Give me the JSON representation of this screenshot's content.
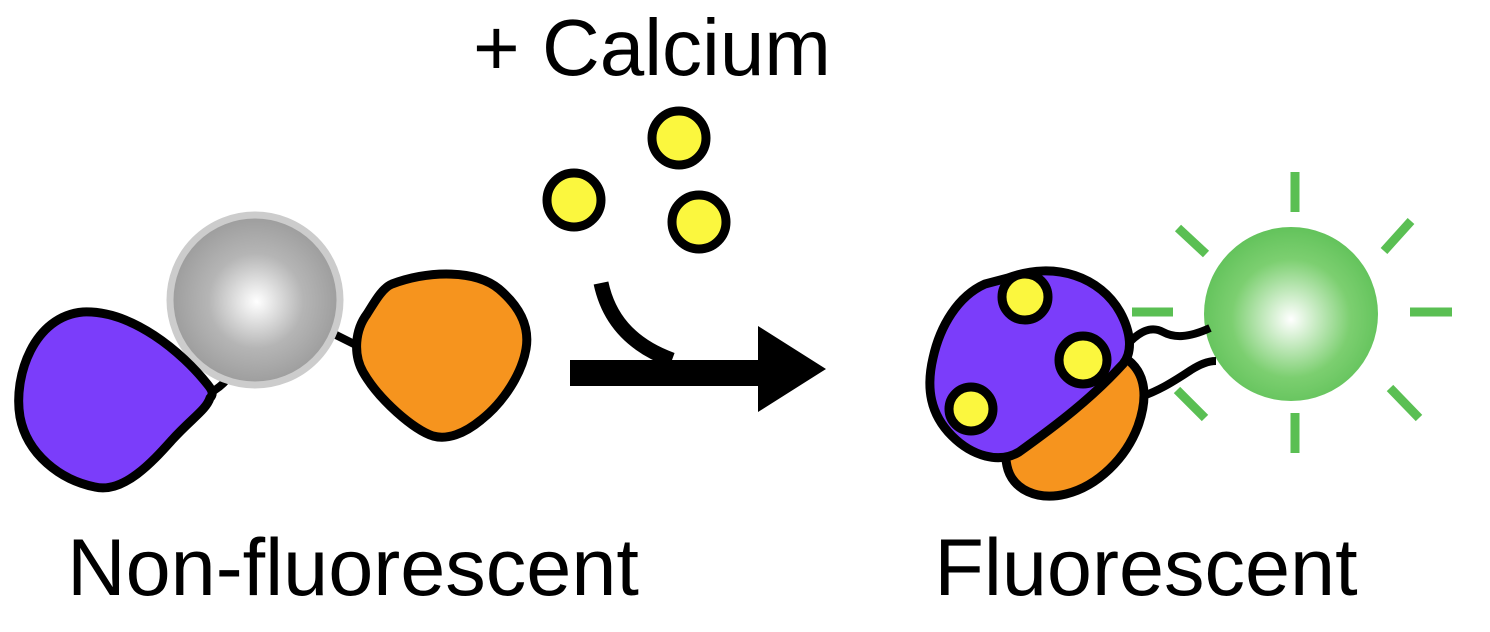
{
  "reaction": {
    "label": "+ Calcium"
  },
  "states": {
    "before_label": "Non-fluorescent",
    "after_label": "Fluorescent"
  },
  "shapes": {
    "calcium_ion": "yellow circle",
    "quencher_sphere": "gray sphere",
    "fluorophore_sphere": "green glowing sphere",
    "binding_protein": "purple blob",
    "peptide": "orange blob",
    "reaction_arrow": "right arrow with curved feed line",
    "free_calcium_count": 3,
    "bound_calcium_count": 3,
    "fluorescence_ray_count": 8
  },
  "colors": {
    "purple": "#7b3dfa",
    "orange": "#f6941e",
    "yellow": "#fbf73e",
    "green_edge": "#55bc50",
    "green_mid": "#7ccf70",
    "green_ray": "#5abf53",
    "gray_edge": "#8f8f8f",
    "gray_mid": "#b5b5b5",
    "gray_ring": "#cccccc",
    "white": "#ffffff",
    "outline": "#000000"
  }
}
